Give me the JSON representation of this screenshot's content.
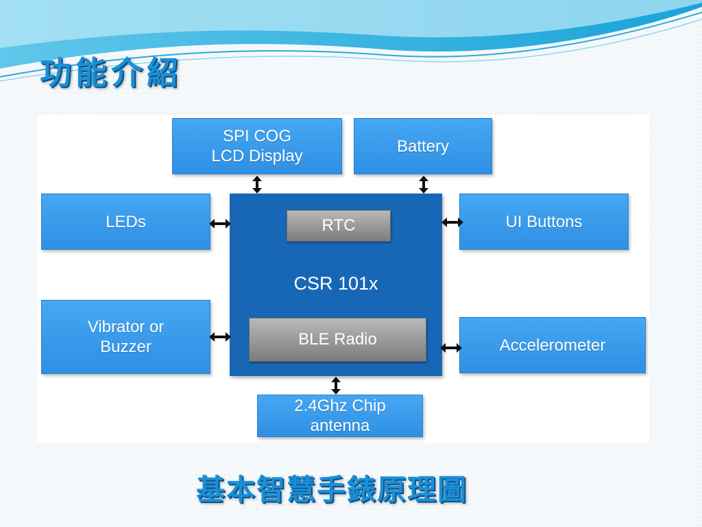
{
  "slide": {
    "title": "功能介紹",
    "caption": "基本智慧手錶原理圖"
  },
  "diagram": {
    "core": {
      "label": "CSR 101x",
      "rtc": "RTC",
      "radio": "BLE Radio"
    },
    "blocks": {
      "display": "SPI COG\nLCD Display",
      "battery": "Battery",
      "leds": "LEDs",
      "ui_buttons": "UI Buttons",
      "vibrator": "Vibrator or\nBuzzer",
      "accelerometer": "Accelerometer",
      "antenna": "2.4Ghz Chip\nantenna"
    }
  },
  "colors": {
    "block": "#3b9cec",
    "core": "#1867b6",
    "chip": "#9a9a9a",
    "title": "#1b8fd6"
  }
}
